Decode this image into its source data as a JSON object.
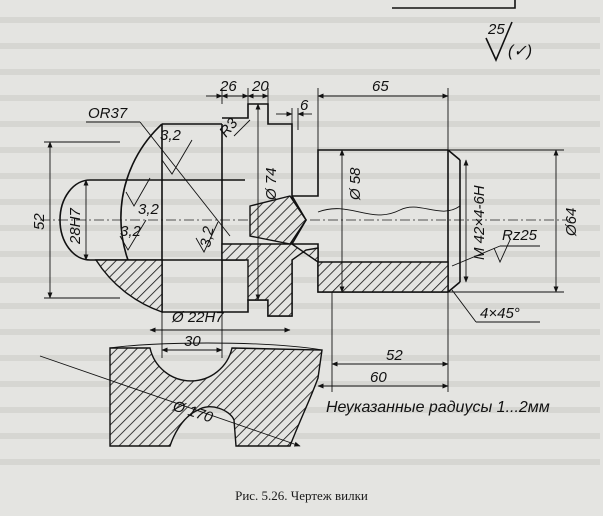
{
  "caption": "Рис. 5.26. Чертеж вилки",
  "roughness": {
    "value": "25",
    "symbol": "(✓)"
  },
  "note": "Неуказанные радиусы 1...2мм",
  "dimensions": {
    "d26": "26",
    "d20": "20",
    "d65": "65",
    "d6": "6",
    "r37": "OR37",
    "r3": "R3",
    "s32a": "3,2",
    "s32b": "3,2",
    "s32c": "3,2",
    "s32d": "3,2",
    "d52v": "52",
    "d28h7": "28H7",
    "phi74": "Ø 74",
    "phi58": "Ø 58",
    "thread": "M 42×4-6H",
    "phi64": "Ø64",
    "rz25": "Rz25",
    "chamfer": "4×45°",
    "phi22h7": "Ø 22H7",
    "d30": "30",
    "d52h": "52",
    "d60": "60",
    "phi170": "Ø 170"
  },
  "colors": {
    "ink": "#111111",
    "paper": "#e4e4e1"
  }
}
